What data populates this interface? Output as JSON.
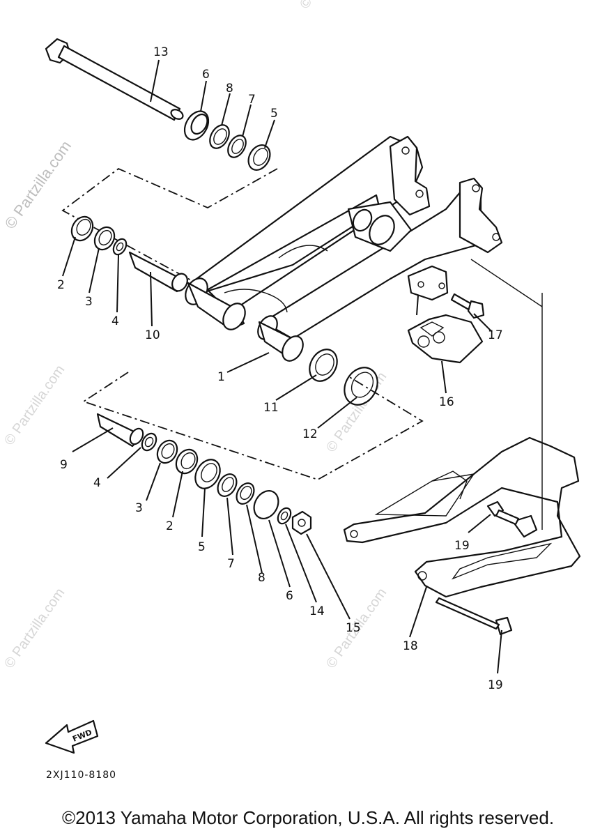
{
  "watermarks": [
    "© Partzilla.com",
    "© Partzilla.com",
    "© Partzilla.com",
    "© Partzilla.com",
    "© Partzilla.com",
    "© Partzilla.com",
    "© Partzilla.com"
  ],
  "callouts": [
    {
      "label": "13"
    },
    {
      "label": "6"
    },
    {
      "label": "8"
    },
    {
      "label": "7"
    },
    {
      "label": "5"
    },
    {
      "label": "2"
    },
    {
      "label": "3"
    },
    {
      "label": "4"
    },
    {
      "label": "10"
    },
    {
      "label": "1"
    },
    {
      "label": "17"
    },
    {
      "label": "16"
    },
    {
      "label": "11"
    },
    {
      "label": "12"
    },
    {
      "label": "9"
    },
    {
      "label": "4"
    },
    {
      "label": "3"
    },
    {
      "label": "2"
    },
    {
      "label": "5"
    },
    {
      "label": "7"
    },
    {
      "label": "8"
    },
    {
      "label": "6"
    },
    {
      "label": "14"
    },
    {
      "label": "15"
    },
    {
      "label": "19"
    },
    {
      "label": "18"
    },
    {
      "label": "19"
    }
  ],
  "fwd_label": "FWD",
  "diagram_code": "2XJ110-8180",
  "copyright": "©2013 Yamaha Motor Corporation, U.S.A. All rights reserved."
}
